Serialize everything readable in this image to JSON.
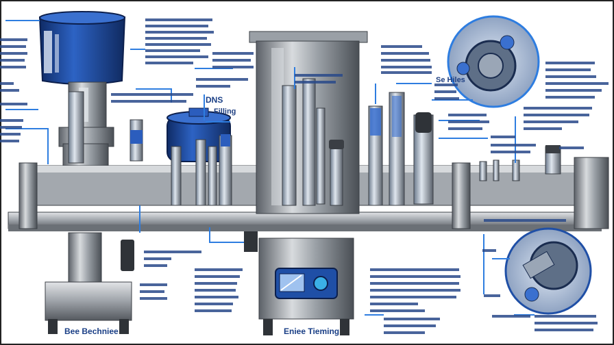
{
  "labels": {
    "dns_tag": "DNS",
    "fill_tag": "Filling",
    "base_left": "Bee Bechniee",
    "base_center": "Eniee Tieming",
    "zoom_top_caption": "Se Hiles"
  },
  "palette": {
    "steel_light": "#c9ccd0",
    "steel_mid": "#8e9399",
    "steel_dark": "#4e535a",
    "blue_primary": "#1f4fa6",
    "blue_dark": "#14306b",
    "leader_line": "#2e7de0",
    "label_text": "#1a3f86"
  },
  "icons": [
    "hopper-icon",
    "filling-tank-icon",
    "blue-reservoir-icon",
    "nozzle-icon",
    "control-panel-icon",
    "zoom-detail-icon"
  ]
}
